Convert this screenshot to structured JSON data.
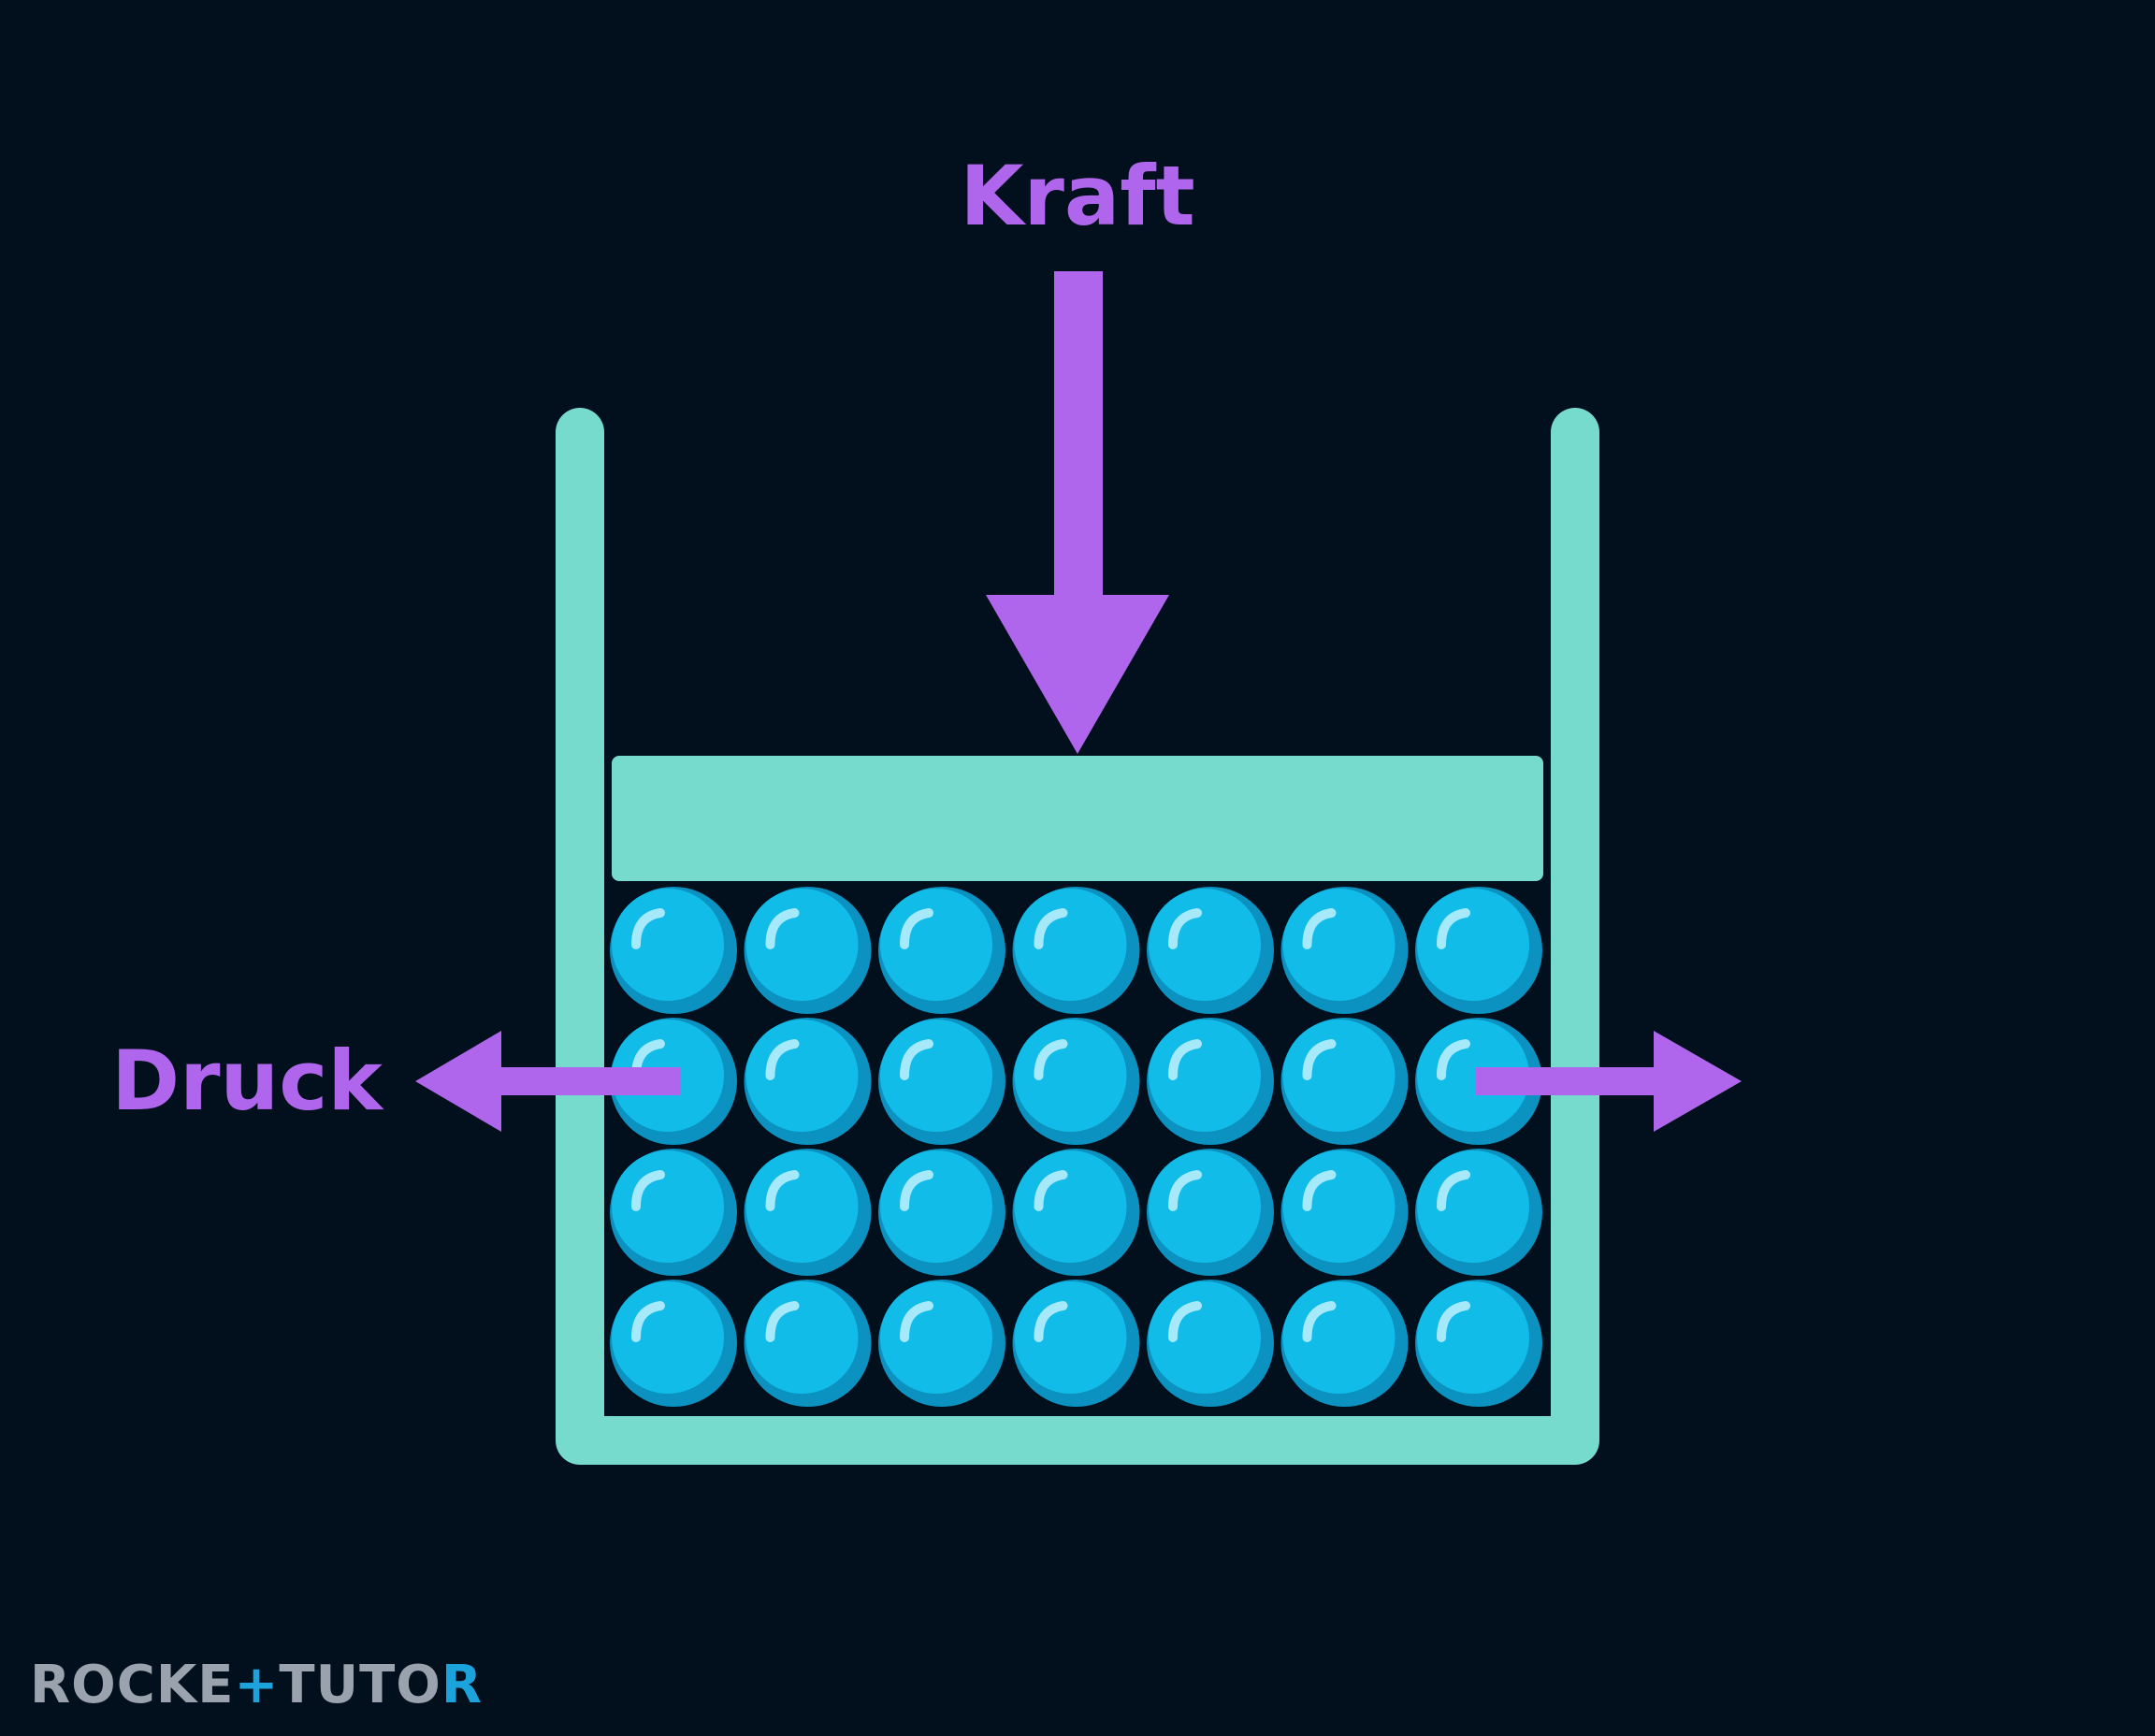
{
  "labels": {
    "force": "Kraft",
    "pressure": "Druck"
  },
  "logo": {
    "part1": "ROCKE",
    "part2": "TUTO",
    "part3": "R"
  },
  "particles": {
    "rows": 4,
    "columns": 7
  },
  "icons": {
    "force_arrow": "arrow-down-icon",
    "pressure_left": "arrow-left-icon",
    "pressure_right": "arrow-right-icon"
  },
  "colors": {
    "background": "#020f1c",
    "container": "#76dbcd",
    "arrow": "#b066ec",
    "particle": "#12bce9",
    "particle_shade": "#0b92c0",
    "particle_highlight": "#a6e9fb",
    "logo_gray": "#9aa3ad",
    "logo_accent": "#1ca3dc"
  }
}
